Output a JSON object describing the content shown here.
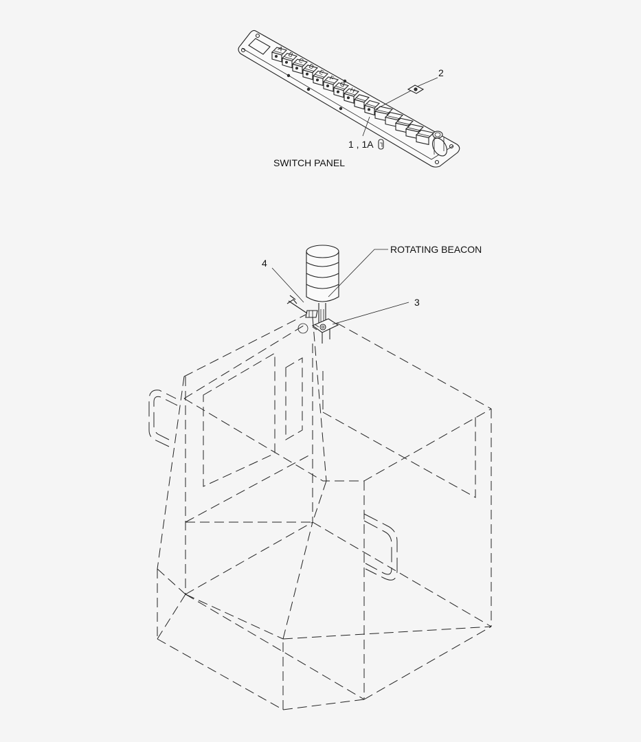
{
  "labels": {
    "item_2": "2",
    "item_1_1a": "1 , 1A",
    "switch_panel": "SWITCH PANEL",
    "rotating_beacon": "ROTATING BEACON",
    "item_4": "4",
    "item_3": "3"
  },
  "switch_letters": [
    "A",
    "B",
    "C",
    "D",
    "E",
    "F",
    "G",
    "H"
  ]
}
